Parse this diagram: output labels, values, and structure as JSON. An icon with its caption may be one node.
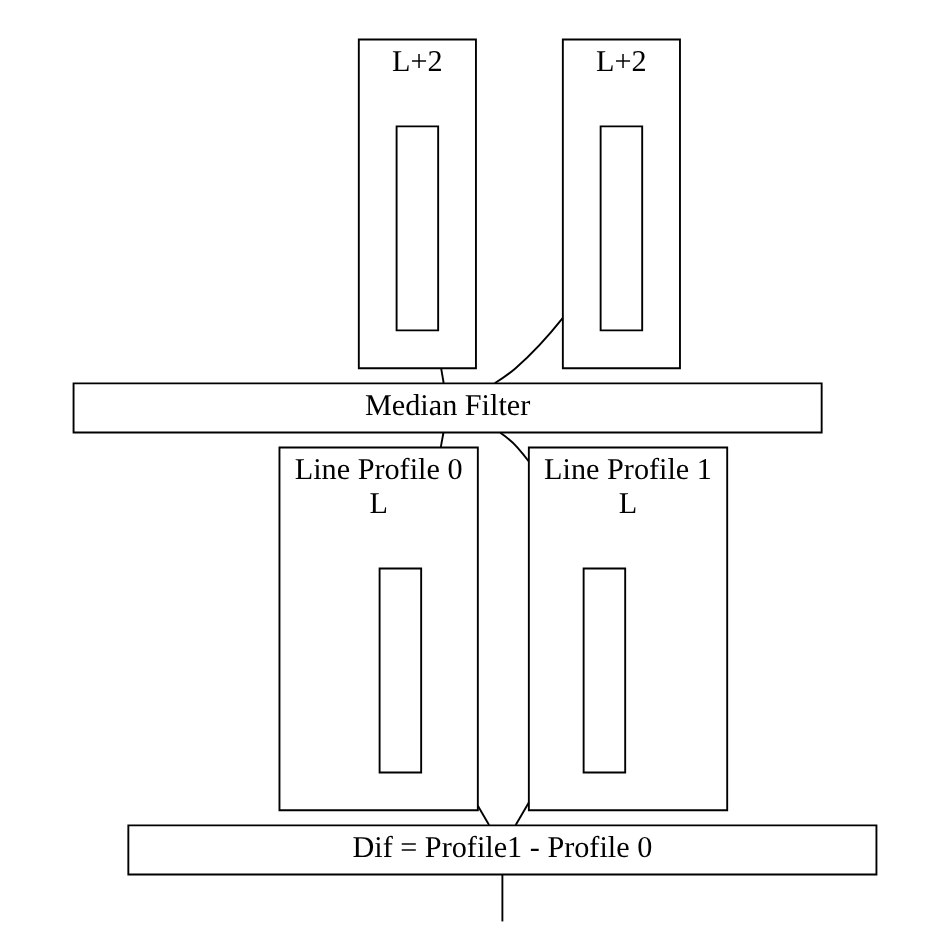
{
  "diagram": {
    "nodes": [
      {
        "text": [
          "L+2"
        ]
      },
      {
        "text": [],
        "shape": "bar",
        "in": 0
      },
      {
        "text": [
          "L+2"
        ]
      },
      {
        "text": [],
        "shape": "bar",
        "in": 2
      },
      {
        "text": [
          "Median Filter"
        ]
      },
      {
        "text": [
          "Line Profile 0",
          "L"
        ]
      },
      {
        "text": [],
        "shape": "bar",
        "in": 5
      },
      {
        "text": [
          "Line Profile 1",
          "L"
        ]
      },
      {
        "text": [],
        "shape": "bar",
        "in": 7
      },
      {
        "text": [
          "Dif = Profile1 - Profile 0"
        ]
      }
    ],
    "edges": [
      {
        "from": 0,
        "to": 4,
        "arrow": "none"
      },
      {
        "from": 2,
        "to": 4,
        "arrow": "none"
      },
      {
        "from": 4,
        "to": 5,
        "arrow": "none"
      },
      {
        "from": 4,
        "to": 7,
        "arrow": "none"
      },
      {
        "from": 5,
        "to": 9,
        "arrow": "none"
      },
      {
        "from": 7,
        "to": 9,
        "arrow": "none"
      },
      {
        "from": 9,
        "to": null,
        "arrow": "none"
      }
    ]
  }
}
